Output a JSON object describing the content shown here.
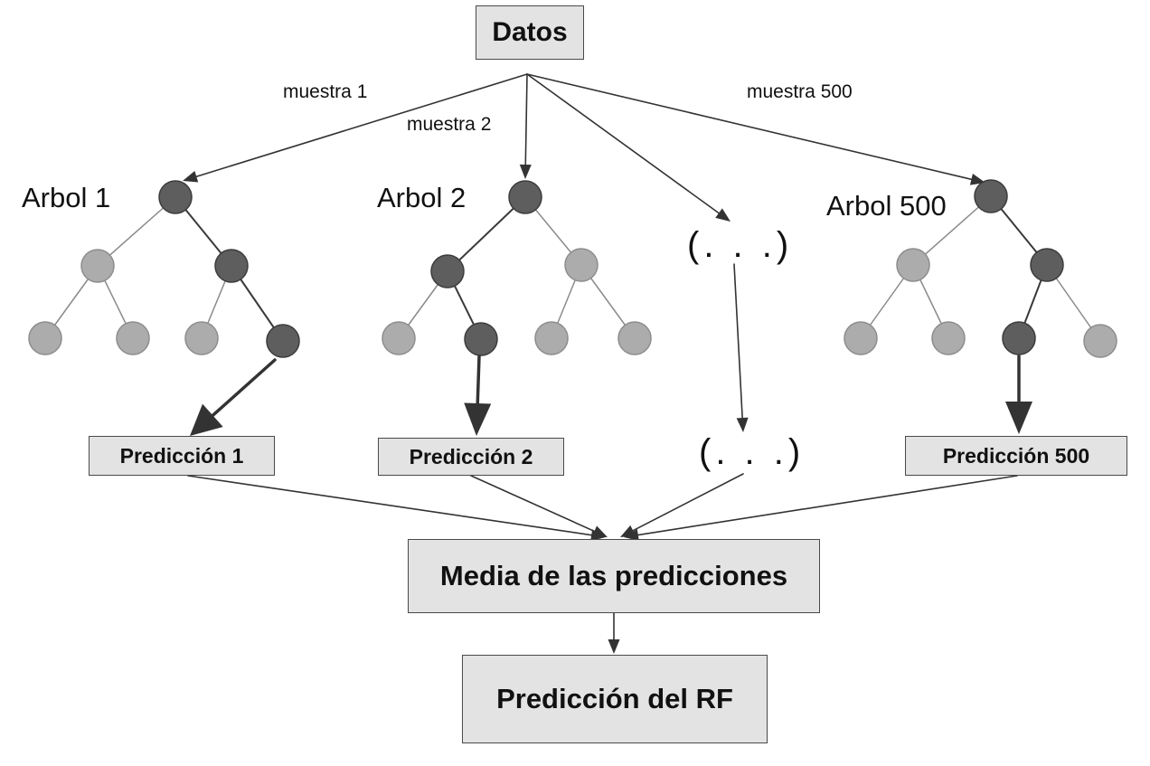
{
  "nodes": {
    "datos": "Datos",
    "pred_1": "Predicción  1",
    "pred_2": "Predicción  2",
    "pred_500": "Predicción  500",
    "media": "Media de las predicciones",
    "rf": "Predicción del RF"
  },
  "samples": {
    "s1": "muestra 1",
    "s2": "muestra 2",
    "s500": "muestra 500"
  },
  "trees": {
    "t1": "Arbol 1",
    "t2": "Arbol 2",
    "t500": "Arbol 500"
  },
  "ellipsis": {
    "top": "(. . .)",
    "bottom": "(. . .)"
  },
  "colors": {
    "node_dark": "#5e5e5e",
    "node_light": "#acacac",
    "box_fill": "#e3e3e3",
    "line": "#333333"
  }
}
